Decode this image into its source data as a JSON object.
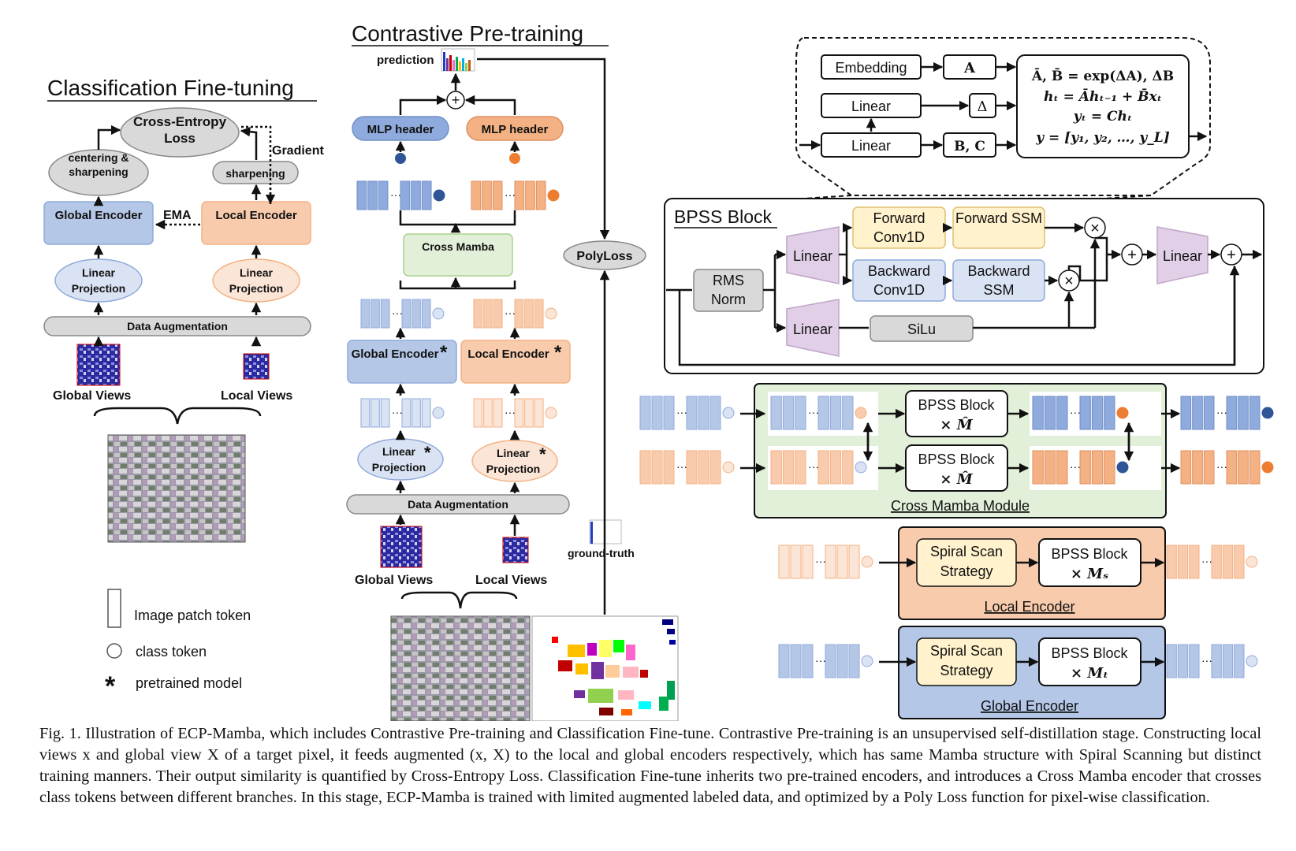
{
  "colors": {
    "blue": "#b4c7e7",
    "blue_dark": "#8faadc",
    "blue_light": "#dae3f3",
    "orange": "#f8cbad",
    "orange_dark": "#f4b183",
    "orange_light": "#fbe5d6",
    "green": "#e2f0d9",
    "yellow": "#fff2cc",
    "purple": "#e0cfe6",
    "gray": "#d9d9d9",
    "dot_blue": "#2f5597",
    "dot_orange": "#ed7d31"
  },
  "fine": {
    "title": "Classification Fine-tuning",
    "ce_loss": "Cross-Entropy Loss",
    "centering": "centering & sharpening",
    "sharpening": "sharpening",
    "gradient": "Gradient",
    "ema": "EMA",
    "global_encoder": "Global Encoder",
    "local_encoder": "Local Encoder",
    "linear_projection": "Linear Projection",
    "data_aug": "Data Augmentation",
    "global_views": "Global Views",
    "local_views": "Local Views"
  },
  "legend": {
    "patch": "Image patch token",
    "cls": "class token",
    "star_mark": "*",
    "pre": "pretrained model"
  },
  "cpt": {
    "title": "Contrastive Pre-training",
    "prediction": "prediction",
    "plus": "+",
    "mlp": "MLP header",
    "cross_mamba": "Cross Mamba",
    "polyloss": "PolyLoss",
    "ground_truth": "ground-truth",
    "global_encoder": "Global Encoder",
    "local_encoder": "Local Encoder",
    "linear_projection": "Linear Projection",
    "data_aug": "Data Augmentation",
    "global_views": "Global Views",
    "local_views": "Local Views",
    "star": "*",
    "dots": "···"
  },
  "ssm": {
    "embedding": "Embedding",
    "a": "A",
    "linear": "Linear",
    "delta": "Δ",
    "bc": "B, C",
    "eq1": "Ā, B̄ = exp(ΔA), ΔB",
    "eq2": "hₜ = Āhₜ₋₁ + B̄xₜ",
    "eq3": "yₜ = Chₜ",
    "eq4": "y = [y₁, y₂, …, y_L]"
  },
  "bpss": {
    "title": "BPSS Block",
    "rms": "RMS Norm",
    "linear": "Linear",
    "fwd_conv": "Forward Conv1D",
    "fwd_ssm": "Forward SSM",
    "bwd_conv": "Backward Conv1D",
    "bwd_ssm": "Backward SSM",
    "silu": "SiLu",
    "times": "×",
    "plus": "+"
  },
  "cmm": {
    "block": "BPSS Block",
    "mult": "× M̂",
    "label": "Cross Mamba Module"
  },
  "le": {
    "spiral": "Spiral Scan Strategy",
    "block": "BPSS Block",
    "mult": "× Mₛ",
    "label": "Local Encoder"
  },
  "ge": {
    "spiral": "Spiral Scan Strategy",
    "block": "BPSS Block",
    "mult": "× Mₜ",
    "label": "Global Encoder"
  },
  "caption": "Fig. 1.  Illustration of ECP-Mamba, which includes Contrastive Pre-training and Classification Fine-tune. Contrastive Pre-training is an unsupervised self-distillation stage. Constructing local views x and global view X of a target pixel, it feeds augmented (x, X) to the local and global encoders respectively, which has same Mamba structure with Spiral Scanning but distinct training manners. Their output similarity is quantified by Cross-Entropy Loss. Classification Fine-tune inherits two pre-trained encoders, and introduces a Cross Mamba encoder that crosses class tokens between different branches. In this stage, ECP-Mamba is trained with limited augmented labeled data, and optimized by a Poly Loss function for pixel-wise classification."
}
